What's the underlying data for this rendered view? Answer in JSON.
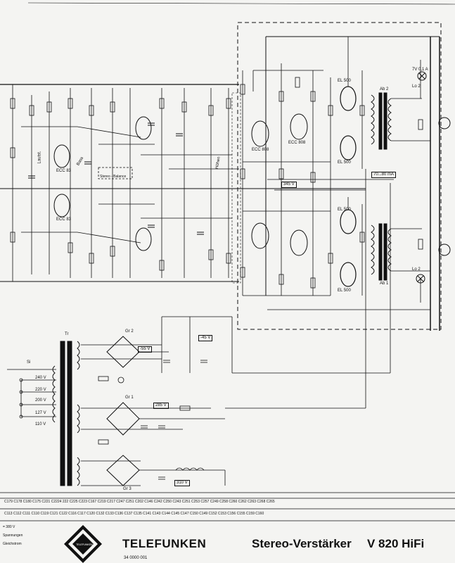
{
  "title_block": {
    "brand": "TELEFUNKEN",
    "product": "Stereo-Verstärker",
    "model": "V 820 HiFi",
    "logo_text": "TELEFUNKEN",
    "drawing_no": "34 0000 001"
  },
  "tubes": [
    "ECC 83",
    "ECC 83",
    "EL 500",
    "EL 500",
    "EL 500",
    "EL 500",
    "ECC 808",
    "ECC 808"
  ],
  "output": {
    "transformer_top": "Ab 2",
    "transformer_bottom": "Ab 1",
    "lamp_top": "Lo 2",
    "lamp_bottom": "Lo 2",
    "lamp_value": "7V 0,1 A",
    "bias_label": "70...80 mA"
  },
  "power": {
    "mains_taps": [
      "240 V",
      "220 V",
      "200 V",
      "127 V",
      "110 V"
    ],
    "rectifiers": [
      "Gr 2",
      "Gr 1",
      "Gr 3"
    ],
    "transformer": "Tr",
    "fuse": "Si",
    "voltage_boxes": [
      "-55 V",
      "-45 V",
      "285 V",
      "310 V",
      "345 V"
    ]
  },
  "labels": {
    "stereo_balance": "Stereo - Balance",
    "volume": "Lautst.",
    "bass": "Bass",
    "treble": "Höhen"
  },
  "parts_list_rows": [
    "C179 C178 C180 C175   C221   C2224 222   C225 C223   C167   C219 C217   C247 C251 C202   C146   C242   C250 C243   C251 C253 C257 C249 C258   C260 C262 C263   C268   C265",
    "C113 C112 C111 C110   C119   C121 C122   C116 C117   C120   C132 C133   C136 C137 C135   C141 C143   C144 C145   C147 C150 C149   C152 C153   C156 C155   C159   C160"
  ],
  "legend": {
    "row1": "= 380 V",
    "row2": "Spannungen",
    "row3": "Gleichstrom"
  }
}
